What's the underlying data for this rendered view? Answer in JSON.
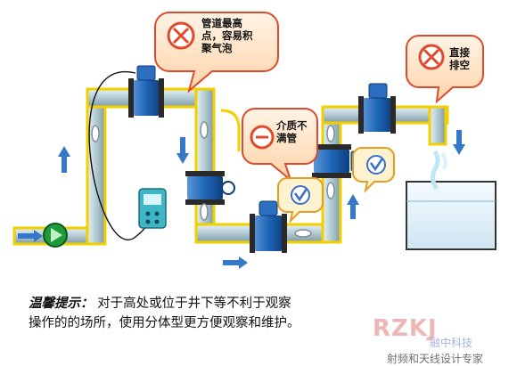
{
  "callouts": {
    "highest_point": "管道最高\n点，容易积\n聚气泡",
    "not_full": "介质不\n满管",
    "direct_drain": "直接\n排空"
  },
  "note": {
    "tip_label": "温馨提示：",
    "line1": "对于高处或位于井下等不利于观察",
    "line2": "操作的的场所，使用分体型更方便观察和维护。"
  },
  "watermark": {
    "logo": "RZKJ",
    "logo_cn": "融中科技",
    "subtitle": "射频和天线设计专家"
  },
  "colors": {
    "pipe_fill": "#b7cfd8",
    "pipe_border": "#f0d000",
    "meter_blue": "#1f67b6",
    "callout_red": "#e04a2c",
    "check_blue": "#3d6dcc",
    "arrow_blue": "#3578c9"
  }
}
